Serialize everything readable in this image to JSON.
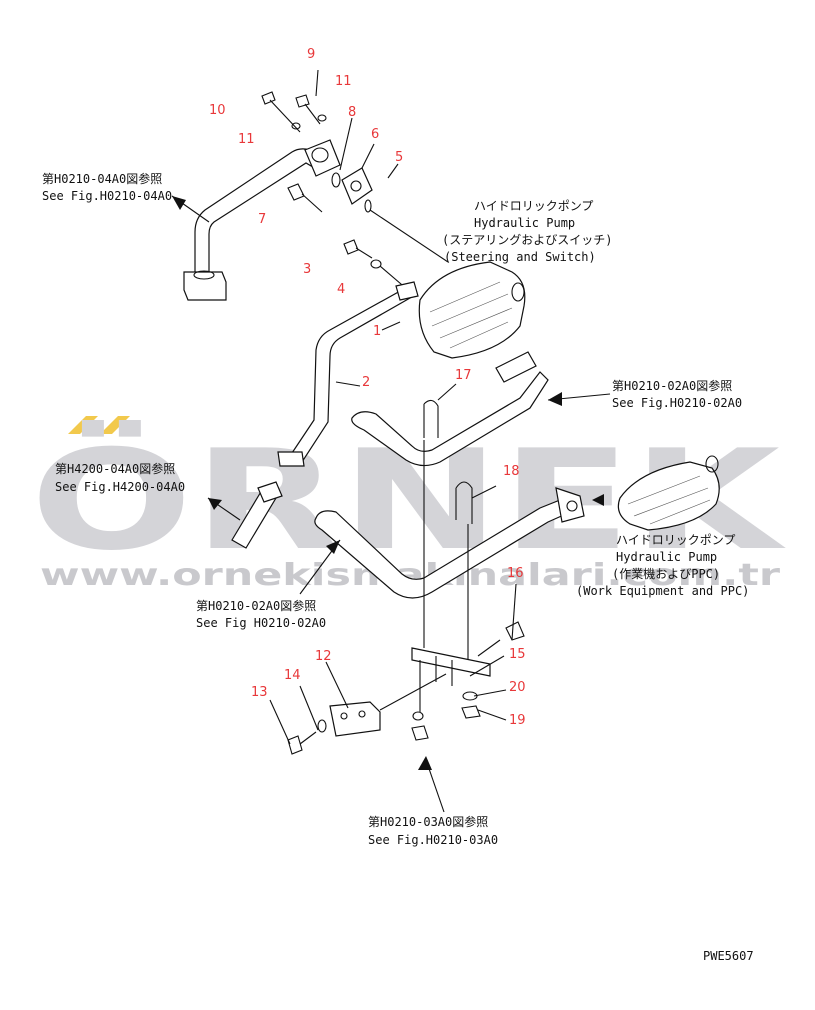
{
  "watermark": {
    "brand": "ÖRNEK",
    "url": "www.ornekismakinalari.com.tr"
  },
  "callouts": [
    "1",
    "2",
    "3",
    "4",
    "5",
    "6",
    "7",
    "8",
    "9",
    "10",
    "11",
    "11",
    "12",
    "13",
    "14",
    "15",
    "16",
    "17",
    "18",
    "19",
    "20"
  ],
  "notes": {
    "n1_jp": "第H0210-04A0図参照",
    "n1_en": "See Fig.H0210-04A0",
    "n2_jp": "ハイドロリックポンプ",
    "n2_en": "Hydraulic Pump",
    "n2_jp2": "(ステアリングおよびスイッチ)",
    "n2_en2": "(Steering and Switch)",
    "n3_jp": "第H0210-02A0図参照",
    "n3_en": "See Fig.H0210-02A0",
    "n4_jp": "第H4200-04A0図参照",
    "n4_en": "See Fig.H4200-04A0",
    "n5_jp": "ハイドロリックポンプ",
    "n5_en": "Hydraulic Pump",
    "n5_jp2": "(作業機およびPPC)",
    "n5_en2": "(Work Equipment and PPC)",
    "n6_jp": "第H0210-02A0図参照",
    "n6_en": "See Fig H0210-02A0",
    "n7_jp": "第H0210-03A0図参照",
    "n7_en": "See Fig.H0210-03A0"
  },
  "drawing_code": "PWE5607",
  "colors": {
    "callout": "#e8383a",
    "watermark": "#d4d4d8",
    "accent": "#f2c94c"
  }
}
